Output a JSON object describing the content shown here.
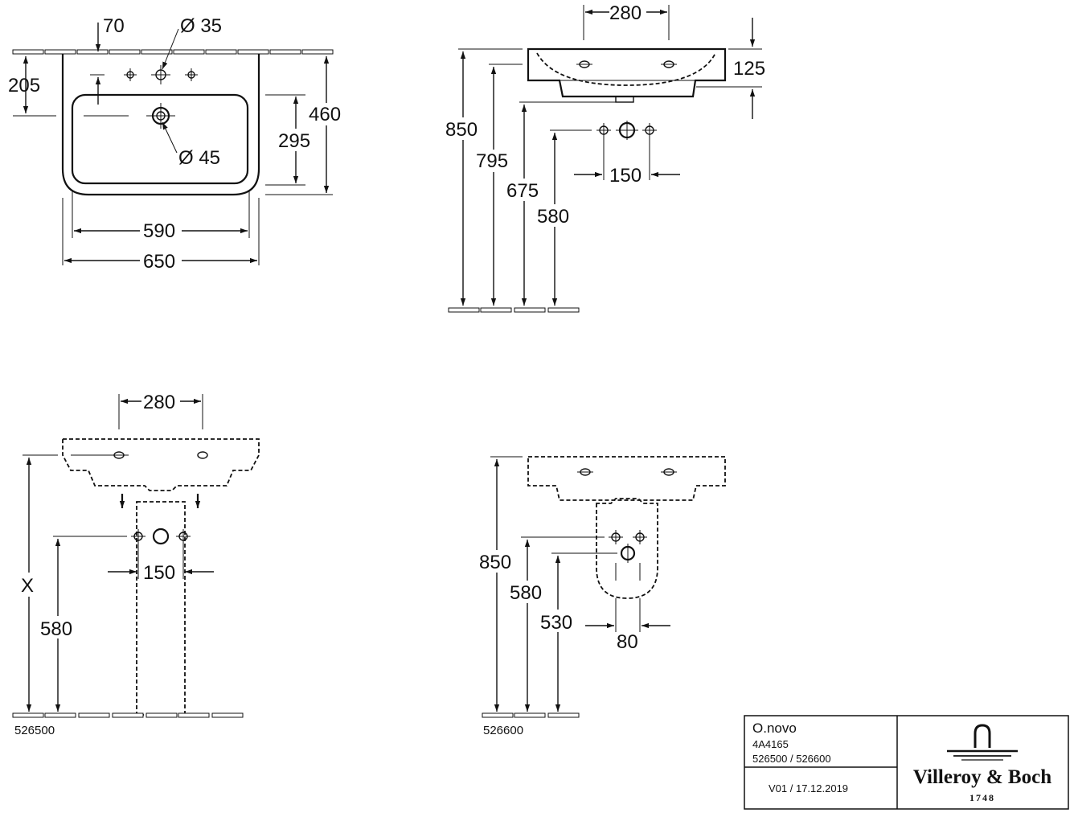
{
  "top_view": {
    "dim_tap_offset": "70",
    "dim_tap_hole": "Ø 35",
    "dim_drain_hole": "Ø 45",
    "dim_tap_depth": "205",
    "dim_bowl_depth": "295",
    "dim_depth": "460",
    "dim_bowl_width": "590",
    "dim_width": "650"
  },
  "side_view": {
    "dim_fix_spacing": "280",
    "dim_height_top": "125",
    "dim_rim_height": "850",
    "dim_795": "795",
    "dim_675": "675",
    "dim_supply_height": "580",
    "dim_supply_spacing": "150"
  },
  "pedestal_view": {
    "dim_fix_spacing": "280",
    "dim_supply_spacing": "150",
    "dim_x": "X",
    "dim_supply_height": "580",
    "article": "526500"
  },
  "semi_pedestal_view": {
    "dim_rim_height": "850",
    "dim_supply_height": "580",
    "dim_waste_height": "530",
    "dim_waste_width": "80",
    "article": "526600"
  },
  "title_block": {
    "product": "O.novo",
    "code": "4A4165",
    "articles": "526500 / 526600",
    "version": "V01 / 17.12.2019",
    "brand": "Villeroy & Boch",
    "year": "1748"
  }
}
